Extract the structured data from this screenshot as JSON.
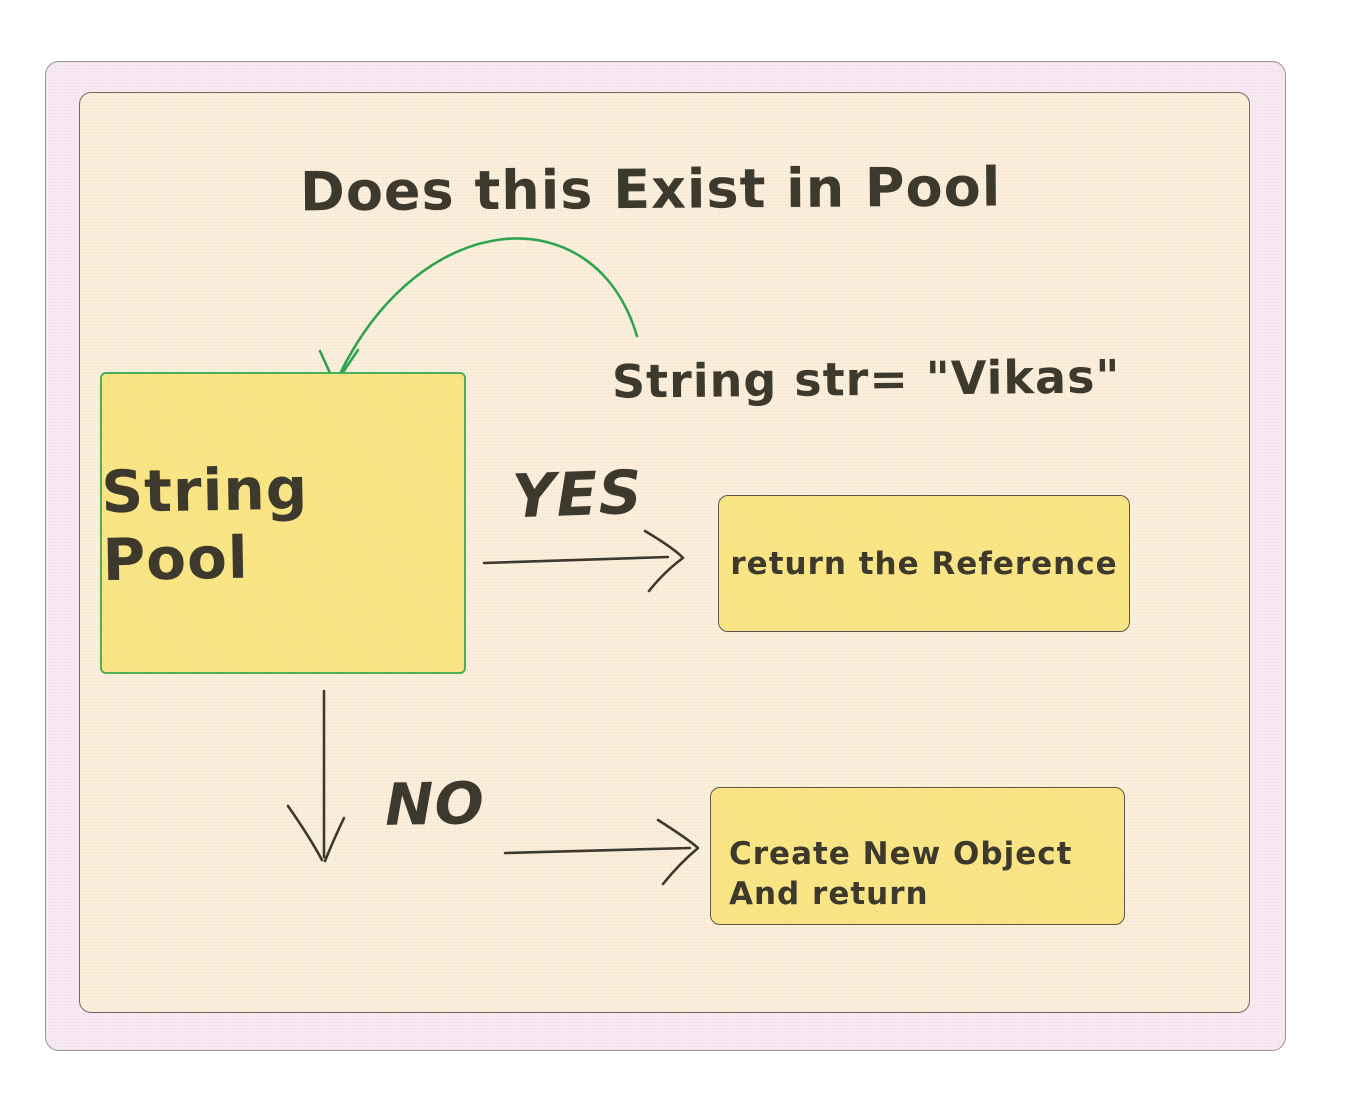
{
  "title": "Does this Exist in Pool",
  "code_label": "String str= \"Vikas\"",
  "nodes": {
    "string_pool": {
      "label": "String Pool"
    },
    "return_reference": {
      "label": "return the Reference"
    },
    "create_new_object": {
      "line1": "Create New Object",
      "line2": "And return"
    }
  },
  "labels": {
    "yes": "YES",
    "no": "NO"
  },
  "colors": {
    "ink": "#3e392d",
    "arrow_green": "#2fa44e",
    "node_fill": "#f8e37e",
    "pool_border": "#4fae58",
    "node_border": "#5b564b",
    "outer_bg": "#f8ecf2",
    "inner_bg": "#fbf1e1"
  }
}
